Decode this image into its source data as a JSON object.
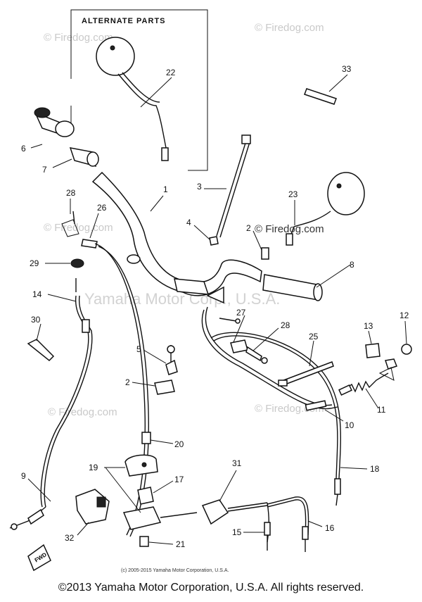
{
  "alternate_box": {
    "title": "ALTERNATE PARTS"
  },
  "watermarks": {
    "firedog": "© Firedog.com",
    "firedog_center": "© Firedog.com",
    "yamaha": "Yamaha Motor Corp., U.S.A."
  },
  "callouts": {
    "p1": "1",
    "p2a": "2",
    "p2b": "2",
    "p3": "3",
    "p4": "4",
    "p5": "5",
    "p6": "6",
    "p7": "7",
    "p8": "8",
    "p9": "9",
    "p10": "10",
    "p11": "11",
    "p12": "12",
    "p13": "13",
    "p14": "14",
    "p15": "15",
    "p16": "16",
    "p17": "17",
    "p18": "18",
    "p19": "19",
    "p20": "20",
    "p21": "21",
    "p22": "22",
    "p23": "23",
    "p25": "25",
    "p26": "26",
    "p27": "27",
    "p28a": "28",
    "p28b": "28",
    "p29": "29",
    "p30": "30",
    "p31": "31",
    "p32": "32",
    "p33": "33"
  },
  "fwd_label": "FWD",
  "small_copyright": "(c) 2005-2015 Yamaha Motor Corporation, U.S.A.",
  "footer": {
    "copyright": "©2013 Yamaha Motor Corporation, U.S.A. All rights reserved."
  }
}
